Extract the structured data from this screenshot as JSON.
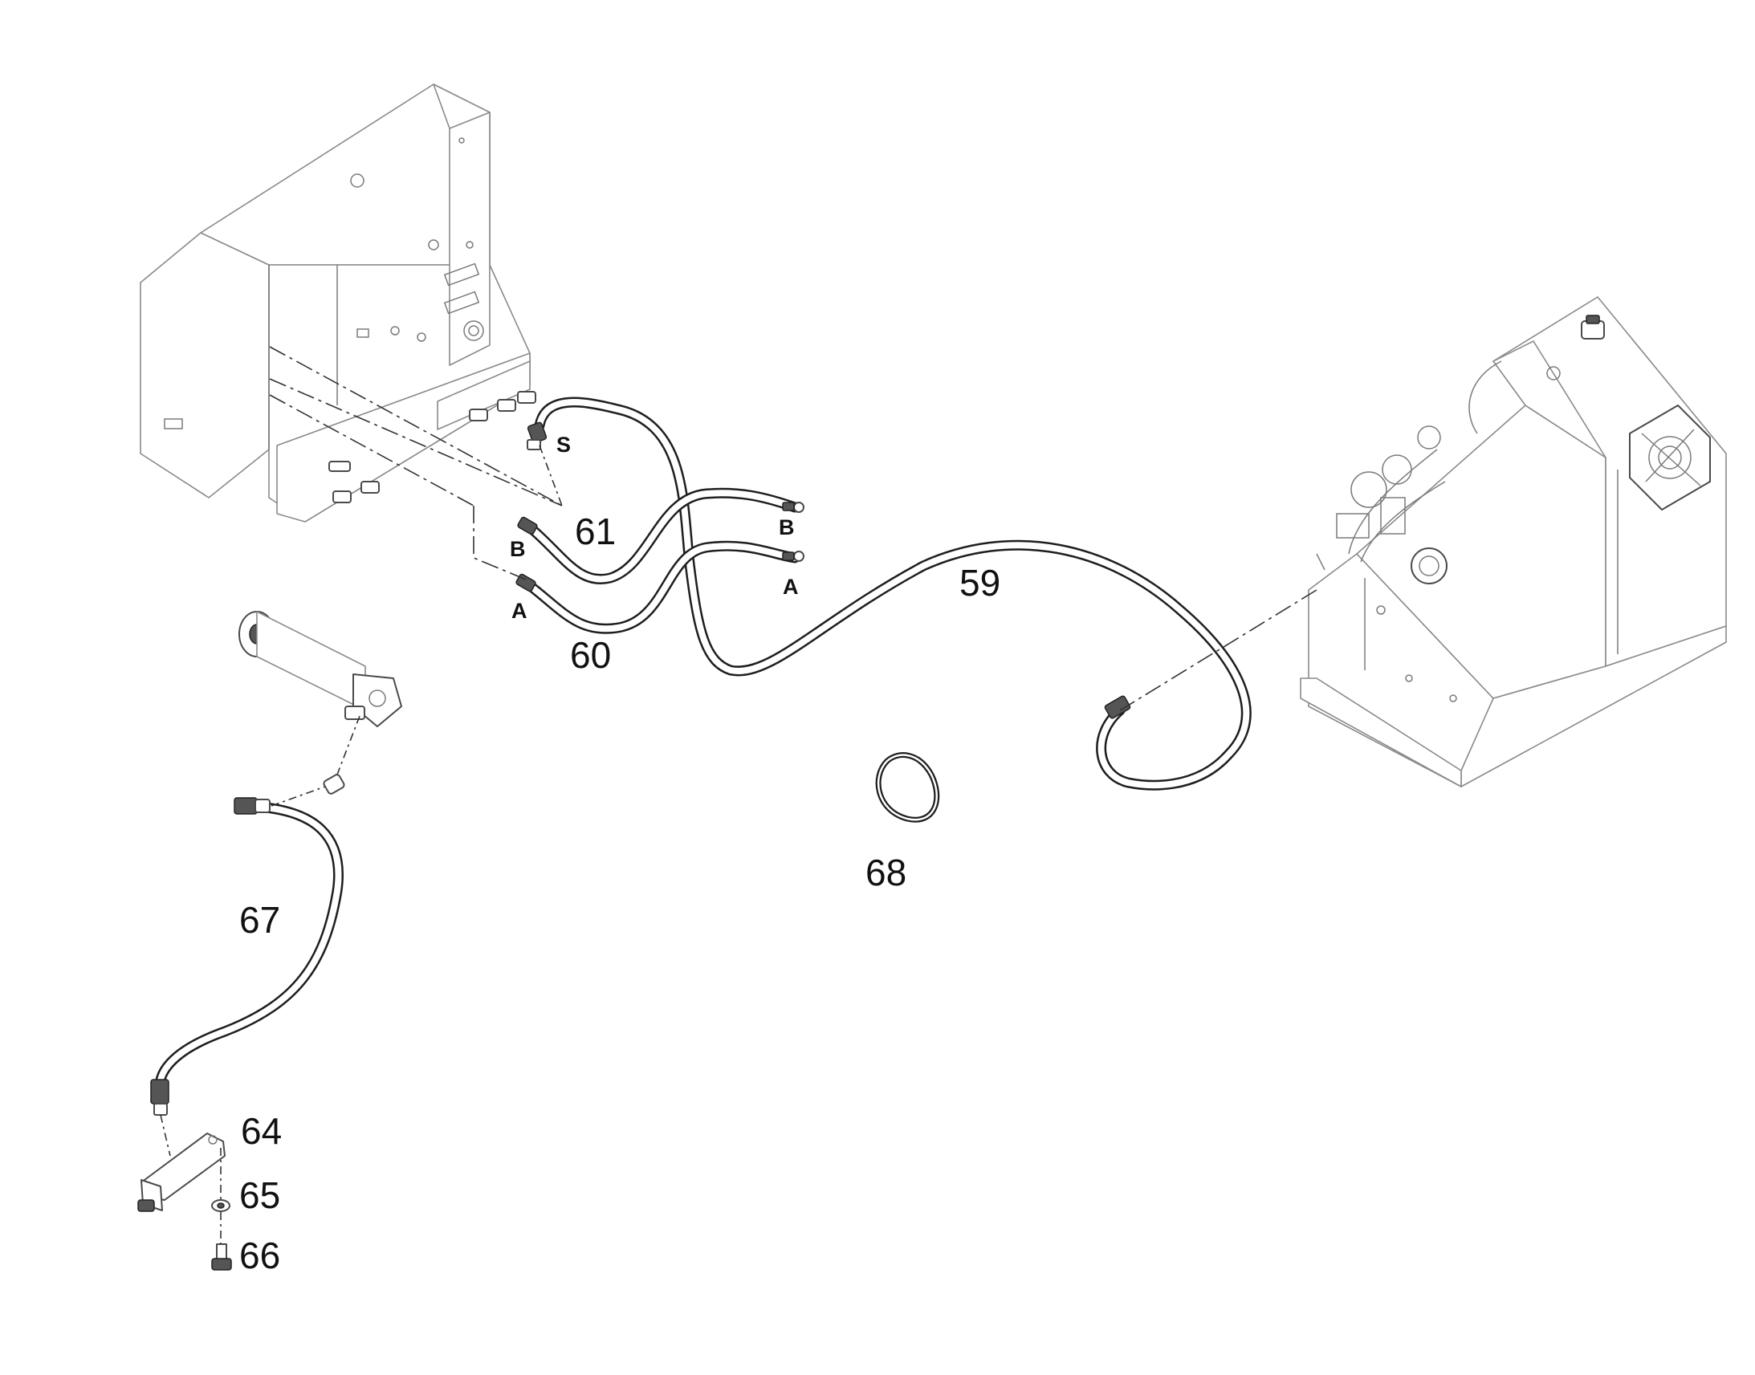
{
  "callouts": {
    "c59": "59",
    "c60": "60",
    "c61": "61",
    "c64": "64",
    "c65": "65",
    "c66": "66",
    "c67": "67",
    "c68": "68"
  },
  "port_labels": {
    "s": "S",
    "b_left": "B",
    "a_left": "A",
    "b_right": "B",
    "a_right": "A"
  },
  "colors": {
    "line": "#1e1e1e",
    "background": "#ffffff"
  }
}
